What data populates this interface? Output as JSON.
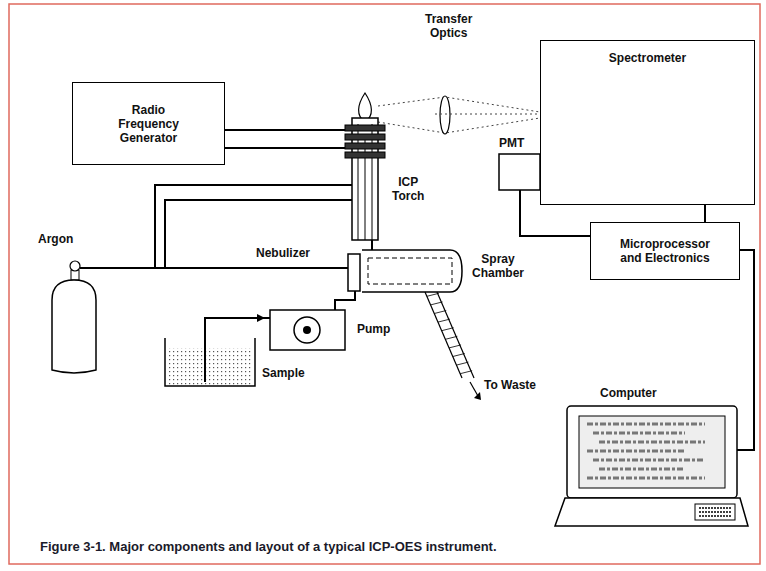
{
  "diagram": {
    "caption": "Figure 3-1. Major components and layout of a typical ICP-OES instrument.",
    "nodes": [
      {
        "text": [
          "Radio Frequency Generator"
        ]
      },
      {
        "text": [
          "ICP Torch"
        ]
      },
      {
        "text": [
          "Spectrometer"
        ]
      },
      {
        "text": [
          "PMT"
        ]
      },
      {
        "text": [
          "Argon"
        ]
      },
      {
        "text": [
          "Nebulizer"
        ]
      },
      {
        "text": [
          "Spray Chamber"
        ]
      },
      {
        "text": [
          "Microprocessor and Electronics"
        ]
      },
      {
        "text": [
          "Pump"
        ]
      },
      {
        "text": [
          "Sample"
        ]
      },
      {
        "text": [
          "Computer"
        ]
      }
    ],
    "edges": [
      {
        "from": 0,
        "to": 1,
        "arrow": "none"
      },
      {
        "from": 4,
        "to": 5,
        "arrow": "none"
      },
      {
        "from": 4,
        "to": 1,
        "arrow": "none"
      },
      {
        "from": 9,
        "to": 8,
        "arrow": "to"
      },
      {
        "from": 8,
        "to": 5,
        "arrow": "none"
      },
      {
        "from": 6,
        "to": 1,
        "arrow": "none"
      },
      {
        "from": 1,
        "to": 2,
        "arrow": "none"
      },
      {
        "from": 2,
        "to": 7,
        "arrow": "none"
      },
      {
        "from": 3,
        "to": 7,
        "arrow": "none"
      },
      {
        "from": 7,
        "to": 10,
        "arrow": "none"
      }
    ],
    "labels": [
      "Transfer Optics",
      "To Waste"
    ]
  }
}
